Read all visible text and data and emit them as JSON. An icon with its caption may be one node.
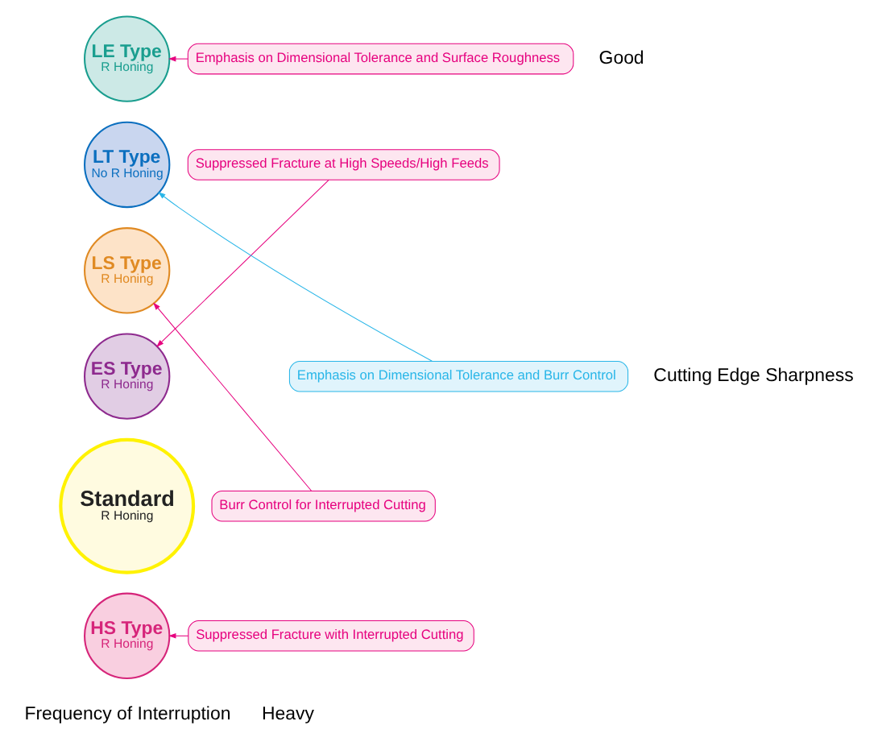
{
  "diagram": {
    "nodes": [
      {
        "text": [
          "LE Type",
          "R Honing"
        ]
      },
      {
        "text": [
          "LT Type",
          "No R Honing"
        ]
      },
      {
        "text": [
          "LS Type",
          "R Honing"
        ]
      },
      {
        "text": [
          "ES Type",
          "R Honing"
        ]
      },
      {
        "text": [
          "Standard",
          "R Honing"
        ]
      },
      {
        "text": [
          "HS Type",
          "R Honing"
        ]
      },
      {
        "text": [
          "Emphasis on Dimensional Tolerance and Surface Roughness"
        ]
      },
      {
        "text": [
          "Suppressed Fracture at High Speeds/High Feeds"
        ]
      },
      {
        "text": [
          "Emphasis on Dimensional Tolerance and Burr Control"
        ]
      },
      {
        "text": [
          "Burr Control for Interrupted Cutting"
        ]
      },
      {
        "text": [
          "Suppressed Fracture with Interrupted Cutting"
        ]
      }
    ],
    "edges": [
      {
        "from": 6,
        "to": 0,
        "arrow": "to"
      },
      {
        "from": 7,
        "to": 3,
        "arrow": "to"
      },
      {
        "from": 8,
        "to": 1,
        "arrow": "to",
        "color": "#29b6e8"
      },
      {
        "from": 9,
        "to": 2,
        "arrow": "to"
      },
      {
        "from": 10,
        "to": 5,
        "arrow": "to"
      }
    ],
    "labels": [
      "Good",
      "Cutting Edge Sharpness",
      "Frequency of Interruption",
      "Heavy"
    ]
  }
}
